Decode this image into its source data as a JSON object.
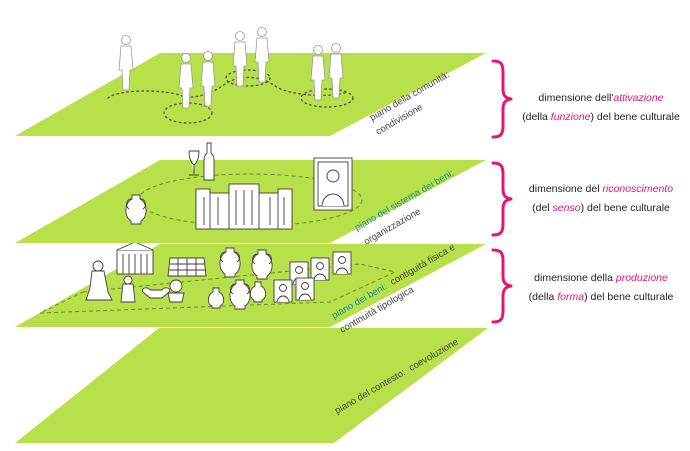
{
  "planes": {
    "community": {
      "name": "piano della comunità:",
      "role": "condivisione"
    },
    "system": {
      "name": "piano del sistema dei beni:",
      "role": "organizzazione"
    },
    "goods": {
      "name": "piano dei beni:",
      "role_line1": "contiguità fisica e",
      "role_line2": "continuità tipologica"
    },
    "context": {
      "name": "piano del contesto:",
      "role": "coevoluzione"
    }
  },
  "dimensions": {
    "activation": {
      "prefix": "dimensione dell'",
      "keyword": "attivazione",
      "line2_open": "(della ",
      "line2_keyword": "funzione",
      "line2_close": ") del bene culturale"
    },
    "recognition": {
      "prefix": "dimensione del ",
      "keyword": "riconoscimento",
      "line2_open": "(del ",
      "line2_keyword": "senso",
      "line2_close": ") del bene culturale"
    },
    "production": {
      "prefix": "dimensione della ",
      "keyword": "produzione",
      "line2_open": "(della ",
      "line2_keyword": "forma",
      "line2_close": ") del bene culturale"
    }
  },
  "colors": {
    "plane": "#b8e04a",
    "accent": "#e8156e",
    "teal_label": "#1a8f8f"
  },
  "icons": [
    "person-silhouette-icon",
    "wine-bottle-icon",
    "wine-glass-icon",
    "amphora-icon",
    "castle-icon",
    "portrait-icon",
    "colosseum-icon",
    "statue-icon",
    "vase-icon",
    "building-icon"
  ]
}
